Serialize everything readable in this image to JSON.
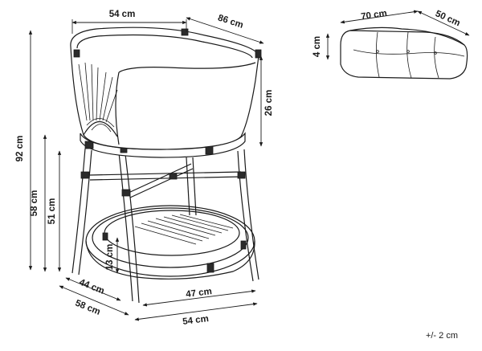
{
  "dimensions": {
    "chair_width_top": "54 cm",
    "chair_depth_top": "86 cm",
    "backrest_height": "26 cm",
    "total_height": "92 cm",
    "seat_frame_height": "58 cm",
    "seat_height": "51 cm",
    "base_ring_height": "13 cm",
    "base_depth_inner": "44 cm",
    "base_depth_outer": "58 cm",
    "base_width_inner": "47 cm",
    "base_width_outer": "54 cm",
    "cushion_width": "70 cm",
    "cushion_depth": "50 cm",
    "cushion_thickness": "4 cm"
  },
  "tolerance": "+/- 2 cm"
}
